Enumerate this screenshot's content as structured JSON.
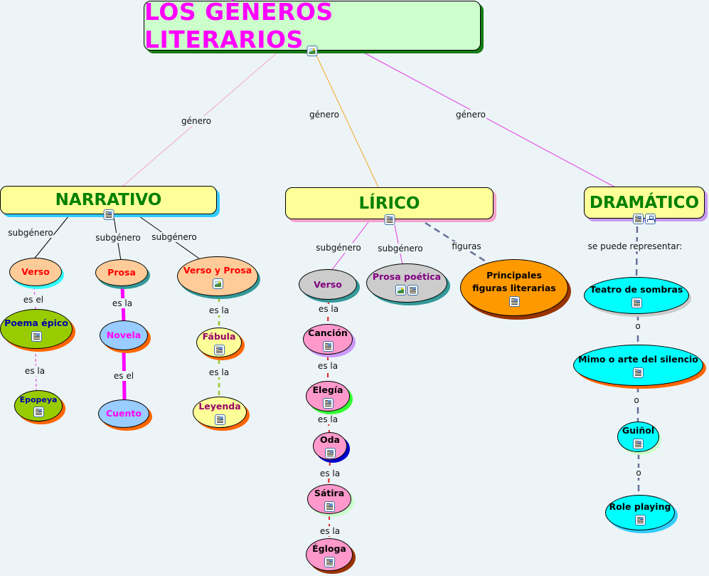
{
  "title": {
    "text": "LOS GÉNEROS LITERARIOS",
    "icons": [
      "image-icon"
    ]
  },
  "links": {
    "genero_narrativo": "género",
    "genero_lirico": "género",
    "genero_dramatico": "género",
    "narr_sub1": "subgénero",
    "narr_sub2": "subgénero",
    "narr_sub3": "subgénero",
    "verso_esel": "es el",
    "poema_esla": "es la",
    "prosa_esla": "es la",
    "novela_esel": "es el",
    "vyp_esla": "es la",
    "fabula_esla": "es la",
    "lir_sub1": "subgénero",
    "lir_sub2": "subgénero",
    "lir_figuras": "figuras",
    "lverso_esla": "es la",
    "cancion_esla": "es la",
    "elegia_esla": "es la",
    "oda_esla": "es la",
    "satira_esla": "es la",
    "dram_rep": "se puede representar:",
    "teatro_o": "o",
    "mimo_o": "o",
    "guinol_o": "o"
  },
  "genres": {
    "narrativo": "NARRATIVO",
    "lirico": "LÍRICO",
    "dramatico": "DRAMÁTICO"
  },
  "narrativo": {
    "verso": "Verso",
    "poema_epico": "Poema épico",
    "epopeya": "Epopeya",
    "prosa": "Prosa",
    "novela": "Novela",
    "cuento": "Cuento",
    "verso_prosa": "Verso y Prosa",
    "fabula": "Fábula",
    "leyenda": "Leyenda"
  },
  "lirico": {
    "verso": "Verso",
    "prosa_poetica": "Prosa poética",
    "figuras": "Principales figuras literarias",
    "cancion": "Canción",
    "elegia": "Elegía",
    "oda": "Oda",
    "satira": "Sátira",
    "egloga": "Égloga"
  },
  "dramatico": {
    "teatro": "Teatro de sombras",
    "mimo": "Mimo o arte del silencio",
    "guinol": "Guiñol",
    "role": "Role playing"
  },
  "colors": {
    "background": "#ecf4f7",
    "title_fill": "#ccffcc",
    "title_text": "#ff00ff",
    "genre_fill": "#ffff99",
    "genre_text": "#008000"
  }
}
